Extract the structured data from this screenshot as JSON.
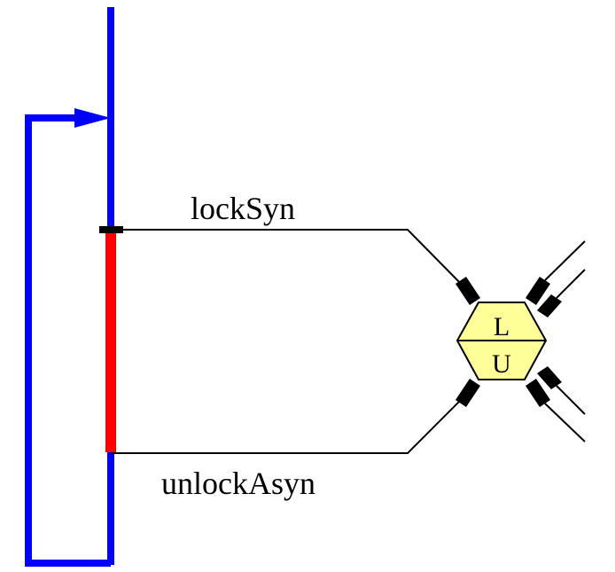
{
  "diagram": {
    "labels": {
      "top_edge": "lockSyn",
      "bottom_edge": "unlockAsyn",
      "hexagon_top": "L",
      "hexagon_bottom": "U"
    },
    "colors": {
      "thread_line": "#0000ff",
      "critical_section": "#ff0000",
      "marker": "#000000",
      "wire": "#000000",
      "hexagon_fill": "#ffff99",
      "hexagon_stroke": "#000000",
      "background": "#ffffff"
    }
  }
}
